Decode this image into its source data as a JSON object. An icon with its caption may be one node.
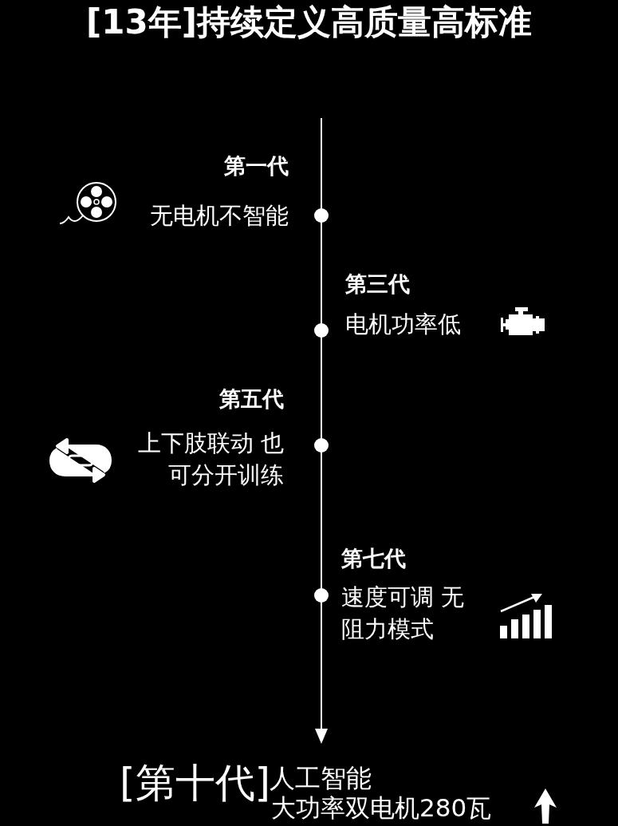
{
  "diagram": {
    "title": "[13年]持续定义高质量高标准",
    "nodes": [
      {
        "text": [
          "第一代",
          "无电机不智能"
        ]
      },
      {
        "text": [
          "第三代",
          "电机功率低"
        ]
      },
      {
        "text": [
          "第五代",
          "上下肢联动 也可分开训练"
        ]
      },
      {
        "text": [
          "第七代",
          "速度可调 无阻力模式"
        ]
      },
      {
        "text": [
          "[第十代]",
          "人工智能",
          "大功率双电机280瓦"
        ]
      }
    ]
  }
}
